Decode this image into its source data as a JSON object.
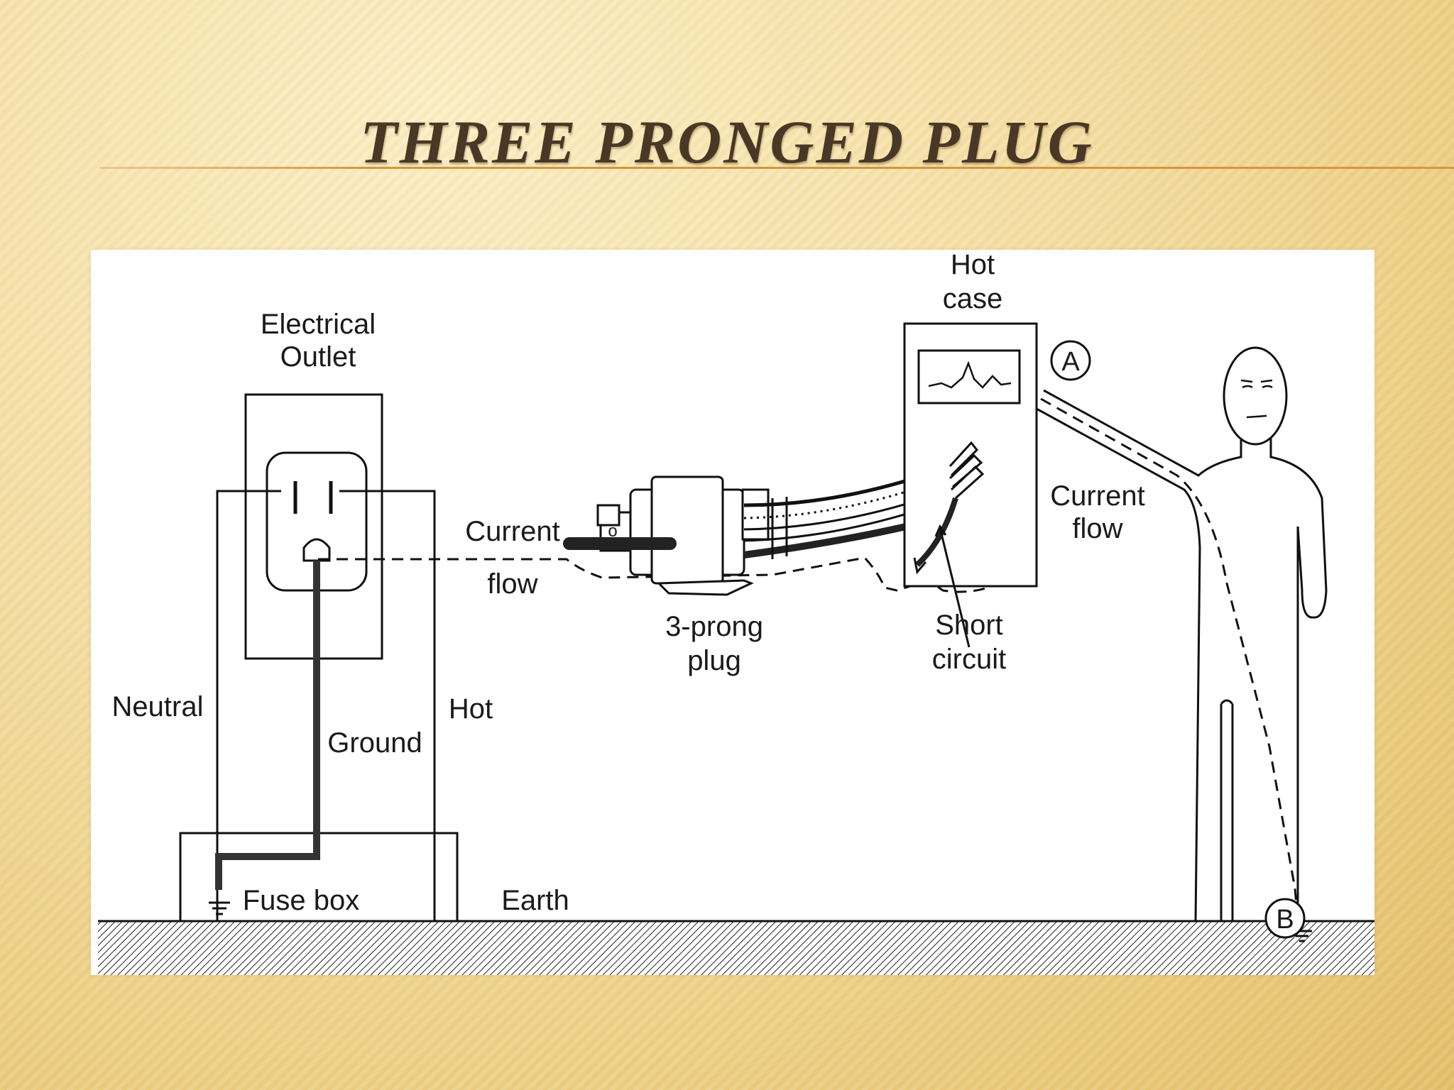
{
  "slide": {
    "title": "THREE PRONGED PLUG"
  },
  "diagram": {
    "labels": {
      "electrical_outlet_1": "Electrical",
      "electrical_outlet_2": "Outlet",
      "neutral": "Neutral",
      "ground": "Ground",
      "hot": "Hot",
      "fuse_box": "Fuse box",
      "earth": "Earth",
      "current_flow_left_1": "Current",
      "current_flow_left_2": "flow",
      "plug_1": "3-prong",
      "plug_2": "plug",
      "short_1": "Short",
      "short_2": "circuit",
      "hot_case_1": "Hot",
      "hot_case_2": "case",
      "current_flow_right_1": "Current",
      "current_flow_right_2": "flow",
      "point_a": "A",
      "point_b": "B",
      "plug_prong_mark": "o"
    }
  }
}
